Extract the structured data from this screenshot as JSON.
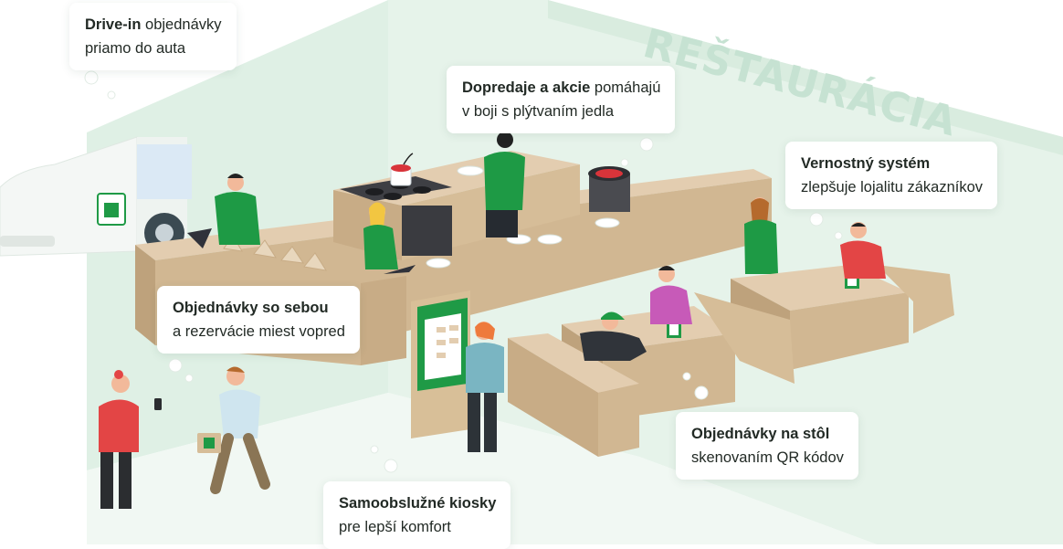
{
  "sign": {
    "text": "REŠTAURÁCIA"
  },
  "callouts": {
    "drive_in": {
      "bold": "Drive-in",
      "rest": " objednávky",
      "line2": "priamo do auta"
    },
    "upsell": {
      "bold": "Dopredaje a akcie",
      "rest": " pomáhajú",
      "line2": "v boji s plýtvaním jedla"
    },
    "loyalty": {
      "bold": "Vernostný systém",
      "rest": "",
      "line2": "zlepšuje lojalitu zákazníkov"
    },
    "takeaway": {
      "bold": "Objednávky so sebou",
      "rest": "",
      "line2": "a rezervácie miest vopred"
    },
    "table_order": {
      "bold": "Objednávky na stôl",
      "rest": "",
      "line2": "skenovaním QR kódov"
    },
    "kiosk": {
      "bold": "Samoobslužné kiosky",
      "rest": "",
      "line2": "pre lepší komfort"
    }
  },
  "colors": {
    "background": "#ffffff",
    "room_wall": "#e6f3ea",
    "room_floor": "#f1f8f3",
    "sign_text": "#c6e2d2",
    "counter_top": "#e3cdb0",
    "counter_front": "#d1b792",
    "counter_side": "#bea27c",
    "staff_shirt": "#1e9a45",
    "kiosk_frame": "#1f9a46",
    "text": "#222a25"
  },
  "icons": [
    "car",
    "thought-bubble",
    "phone-icon",
    "qr-code-icon",
    "takeaway-bag-icon",
    "plate-icon",
    "pot-icon",
    "stove-icon"
  ]
}
